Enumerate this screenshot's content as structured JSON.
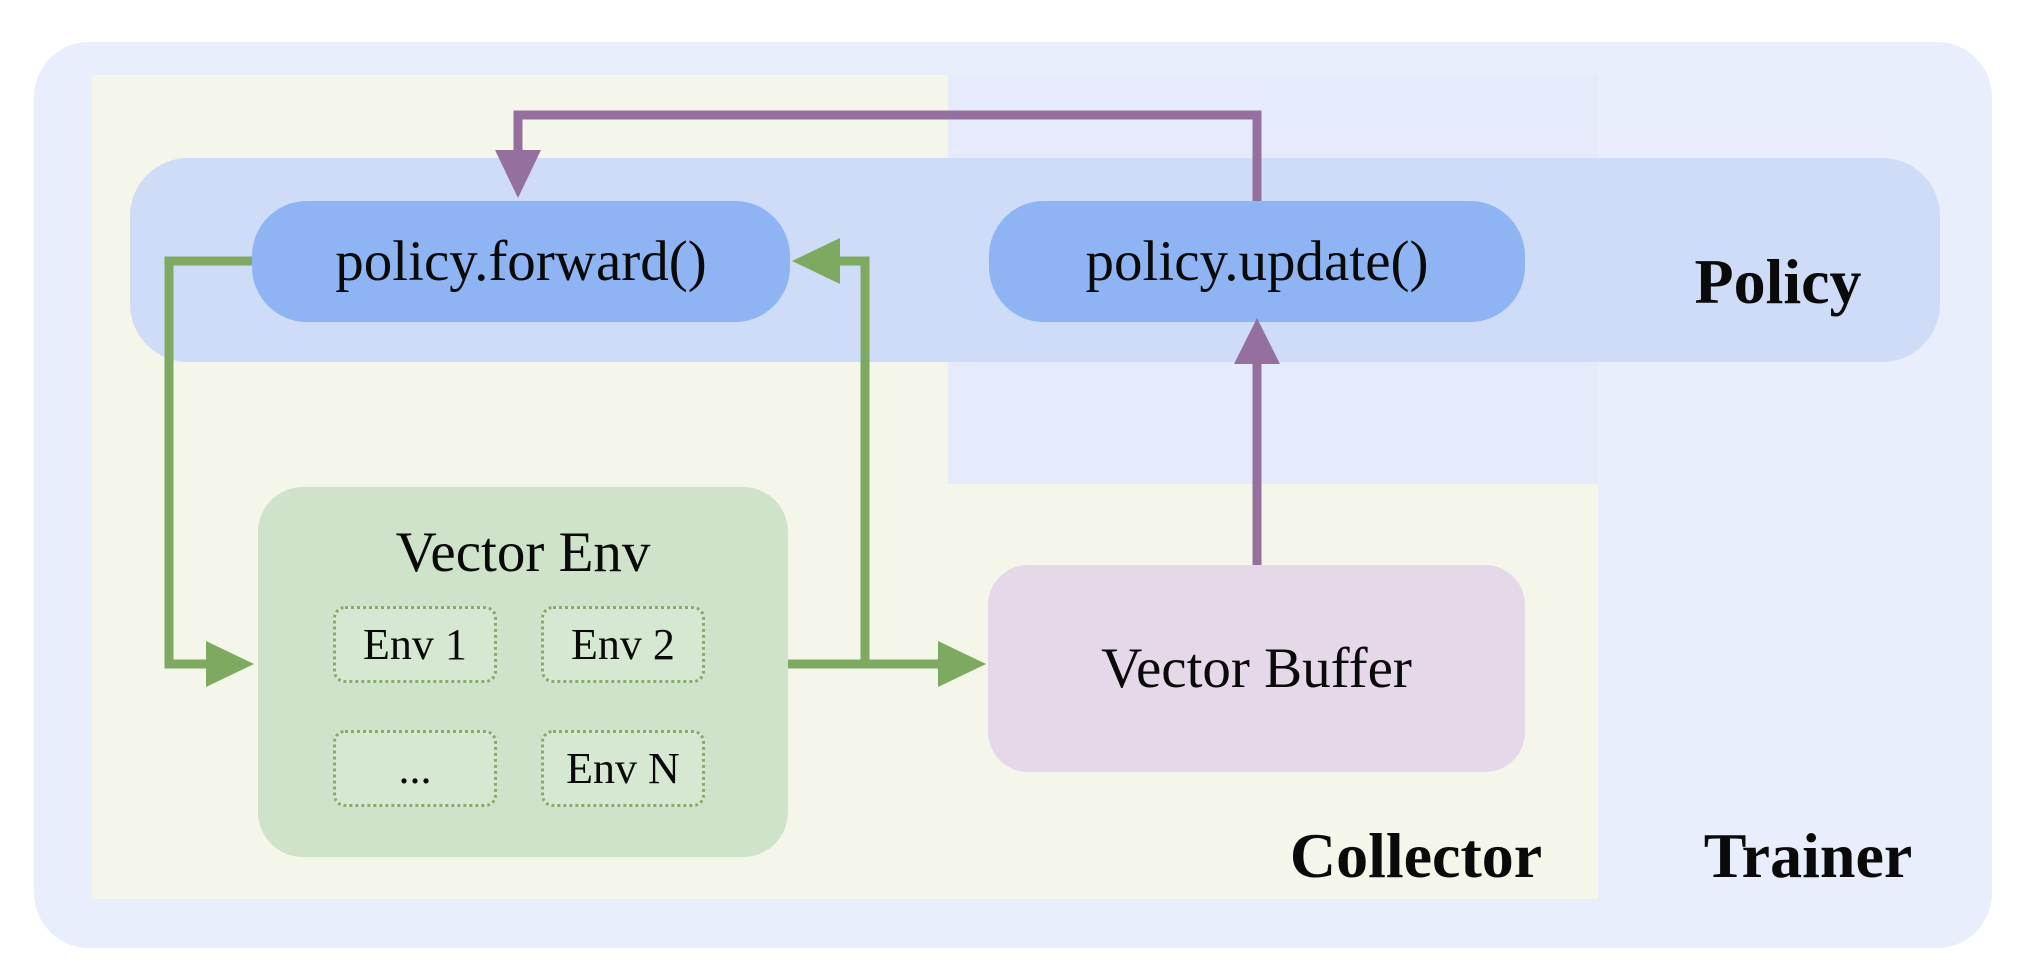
{
  "diagram": {
    "regions": {
      "trainer": {
        "label": "Trainer"
      },
      "collector": {
        "label": "Collector"
      },
      "policy": {
        "label": "Policy"
      }
    },
    "nodes": {
      "policy_forward": {
        "label": "policy.forward()"
      },
      "policy_update": {
        "label": "policy.update()"
      },
      "vector_env": {
        "title": "Vector Env",
        "envs": [
          "Env 1",
          "Env 2",
          "...",
          "Env N"
        ]
      },
      "vector_buffer": {
        "label": "Vector Buffer"
      }
    },
    "arrows": [
      {
        "from": "policy.forward()",
        "to": "Vector Env",
        "color": "green"
      },
      {
        "from": "Vector Env",
        "to": "Vector Buffer",
        "color": "green"
      },
      {
        "from": "Vector Env",
        "to": "policy.forward()",
        "color": "green"
      },
      {
        "from": "Vector Buffer",
        "to": "policy.update()",
        "color": "purple"
      },
      {
        "from": "policy.update()",
        "to": "policy.forward()",
        "color": "purple"
      }
    ],
    "colors": {
      "page_bg": "#ffffff",
      "trainer_bg": "#e9eefc",
      "collector_bg": "#f3f6e9",
      "overlap_bg": "#e5ebfb",
      "policy_band_bg": "#cedcf7",
      "pill_bg": "#8fb4f3",
      "vector_env_bg": "#cee3c9",
      "env_slot_bg": "#d7e8d2",
      "env_slot_border": "#85ac69",
      "vector_buffer_bg": "#e5d8e9",
      "arrow_green": "#7ea961",
      "arrow_purple": "#95709f",
      "text": "#0a0a0a"
    }
  }
}
